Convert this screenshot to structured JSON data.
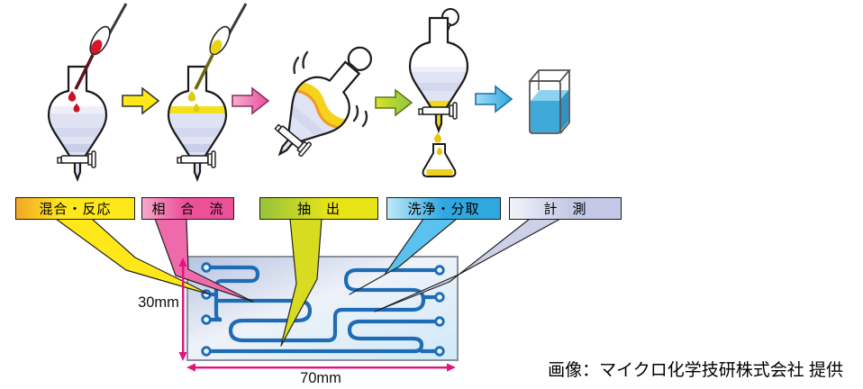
{
  "process_steps": [
    {
      "id": "mixing-reaction",
      "label": "混合・反応",
      "box_color": "#ffe81a"
    },
    {
      "id": "phase-confluence",
      "label": "相　合　流",
      "box_color": "#ec5198"
    },
    {
      "id": "extraction",
      "label": "抽　出",
      "box_color": "#cdd81c"
    },
    {
      "id": "washing-fractionation",
      "label": "洗浄・分取",
      "box_color": "#2fa8e0"
    },
    {
      "id": "measurement",
      "label": "計　測",
      "box_color": "#c3c9e6"
    }
  ],
  "chip": {
    "height_label": "30mm",
    "width_label": "70mm",
    "channel_color": "#1d6cb5",
    "dimension_arrow_color": "#e0157e"
  },
  "sequence": {
    "arrow_colors": [
      "#ffe81a",
      "#ec5198",
      "#a9cf3a",
      "#3fb0e8"
    ],
    "steps": [
      "separating-funnel-dropping-red-reagent",
      "separating-funnel-yellow-layer-added",
      "separating-funnel-shaken-extraction",
      "separating-funnel-draining-to-flask",
      "cuvette-with-blue-liquid"
    ]
  },
  "credit": "画像：マイクロ化学技研株式会社 提供"
}
